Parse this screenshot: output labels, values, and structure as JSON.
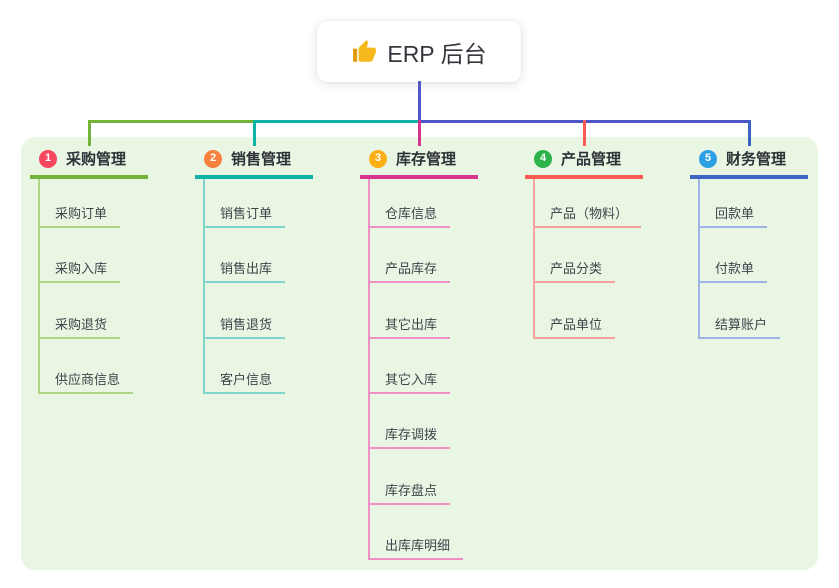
{
  "root": {
    "label": "ERP 后台",
    "icon": "thumbs-up-icon"
  },
  "connectors": {
    "root_line_color": "#5159c8",
    "bus_left_color": "#74b33a",
    "bus_mid_color": "#0fb3a5",
    "bus_right_color": "#4c55c5"
  },
  "panel": {
    "background_color": "#eaf6e4"
  },
  "branches": [
    {
      "badge": "1",
      "title": "采购管理",
      "badge_color": "#f8485e",
      "line_color": "#74b33a",
      "light_line_color": "#aed584",
      "children": [
        "采购订单",
        "采购入库",
        "采购退货",
        "供应商信息"
      ]
    },
    {
      "badge": "2",
      "title": "销售管理",
      "badge_color": "#f8813f",
      "line_color": "#0fb3a5",
      "light_line_color": "#7fd6cb",
      "children": [
        "销售订单",
        "销售出库",
        "销售退货",
        "客户信息"
      ]
    },
    {
      "badge": "3",
      "title": "库存管理",
      "badge_color": "#fbaf14",
      "line_color": "#d5358e",
      "light_line_color": "#f090c6",
      "children": [
        "仓库信息",
        "产品库存",
        "其它出库",
        "其它入库",
        "库存调拨",
        "库存盘点",
        "出库库明细"
      ]
    },
    {
      "badge": "4",
      "title": "产品管理",
      "badge_color": "#2cb34a",
      "line_color": "#f75b54",
      "light_line_color": "#f9a19c",
      "children": [
        "产品（物料）",
        "产品分类",
        "产品单位"
      ]
    },
    {
      "badge": "5",
      "title": "财务管理",
      "badge_color": "#2c9fe2",
      "line_color": "#3d64c5",
      "light_line_color": "#9fb4e6",
      "children": [
        "回款单",
        "付款单",
        "结算账户"
      ]
    }
  ]
}
